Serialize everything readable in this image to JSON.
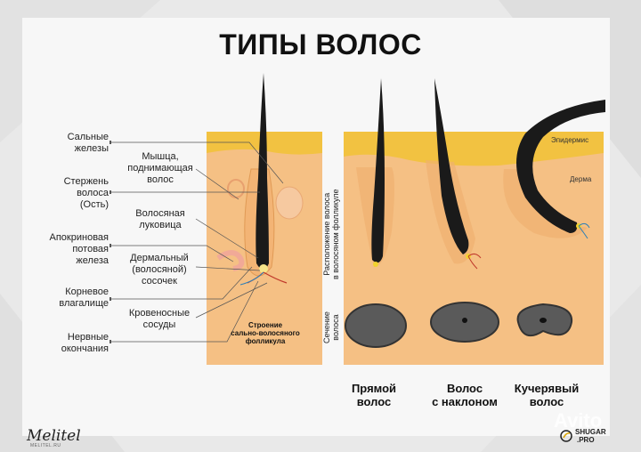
{
  "title": "ТИПЫ ВОЛОС",
  "left_labels": [
    "Сальные\nжелезы",
    "Стержень\nволоса\n(Ость)",
    "Апокриновая\nпотовая\nжелеза",
    "Корневое\nвлагалище",
    "Нервные\nокончания"
  ],
  "mid_labels": [
    "Мышца,\nподнимающая\nволос",
    "Волосяная\nлуковица",
    "Дермальный\n(волосяной)\nсосочек",
    "Кровеносные\nсосуды"
  ],
  "follicle_caption": "Строение\nсально-волосяного\nфолликула",
  "vertical_labels": {
    "position": "Расположение волоса\nв волосяном фолликуле",
    "section": "Сечение\nволоса"
  },
  "layer_tags": {
    "epidermis": "Эпидермис",
    "dermis": "Дерма"
  },
  "hair_types": [
    "Прямой\nволос",
    "Волос\nс наклоном",
    "Кучерявый\nволос"
  ],
  "logo": {
    "name": "Melitel",
    "sub": "MELITEL.RU"
  },
  "brand": {
    "line1": "SHUGAR",
    "line2": ".PRO"
  },
  "watermark": "Avito",
  "colors": {
    "skin": "#f5c084",
    "epidermis": "#f2c241",
    "hair": "#1a1a1a",
    "section": "#5a5a5a"
  }
}
